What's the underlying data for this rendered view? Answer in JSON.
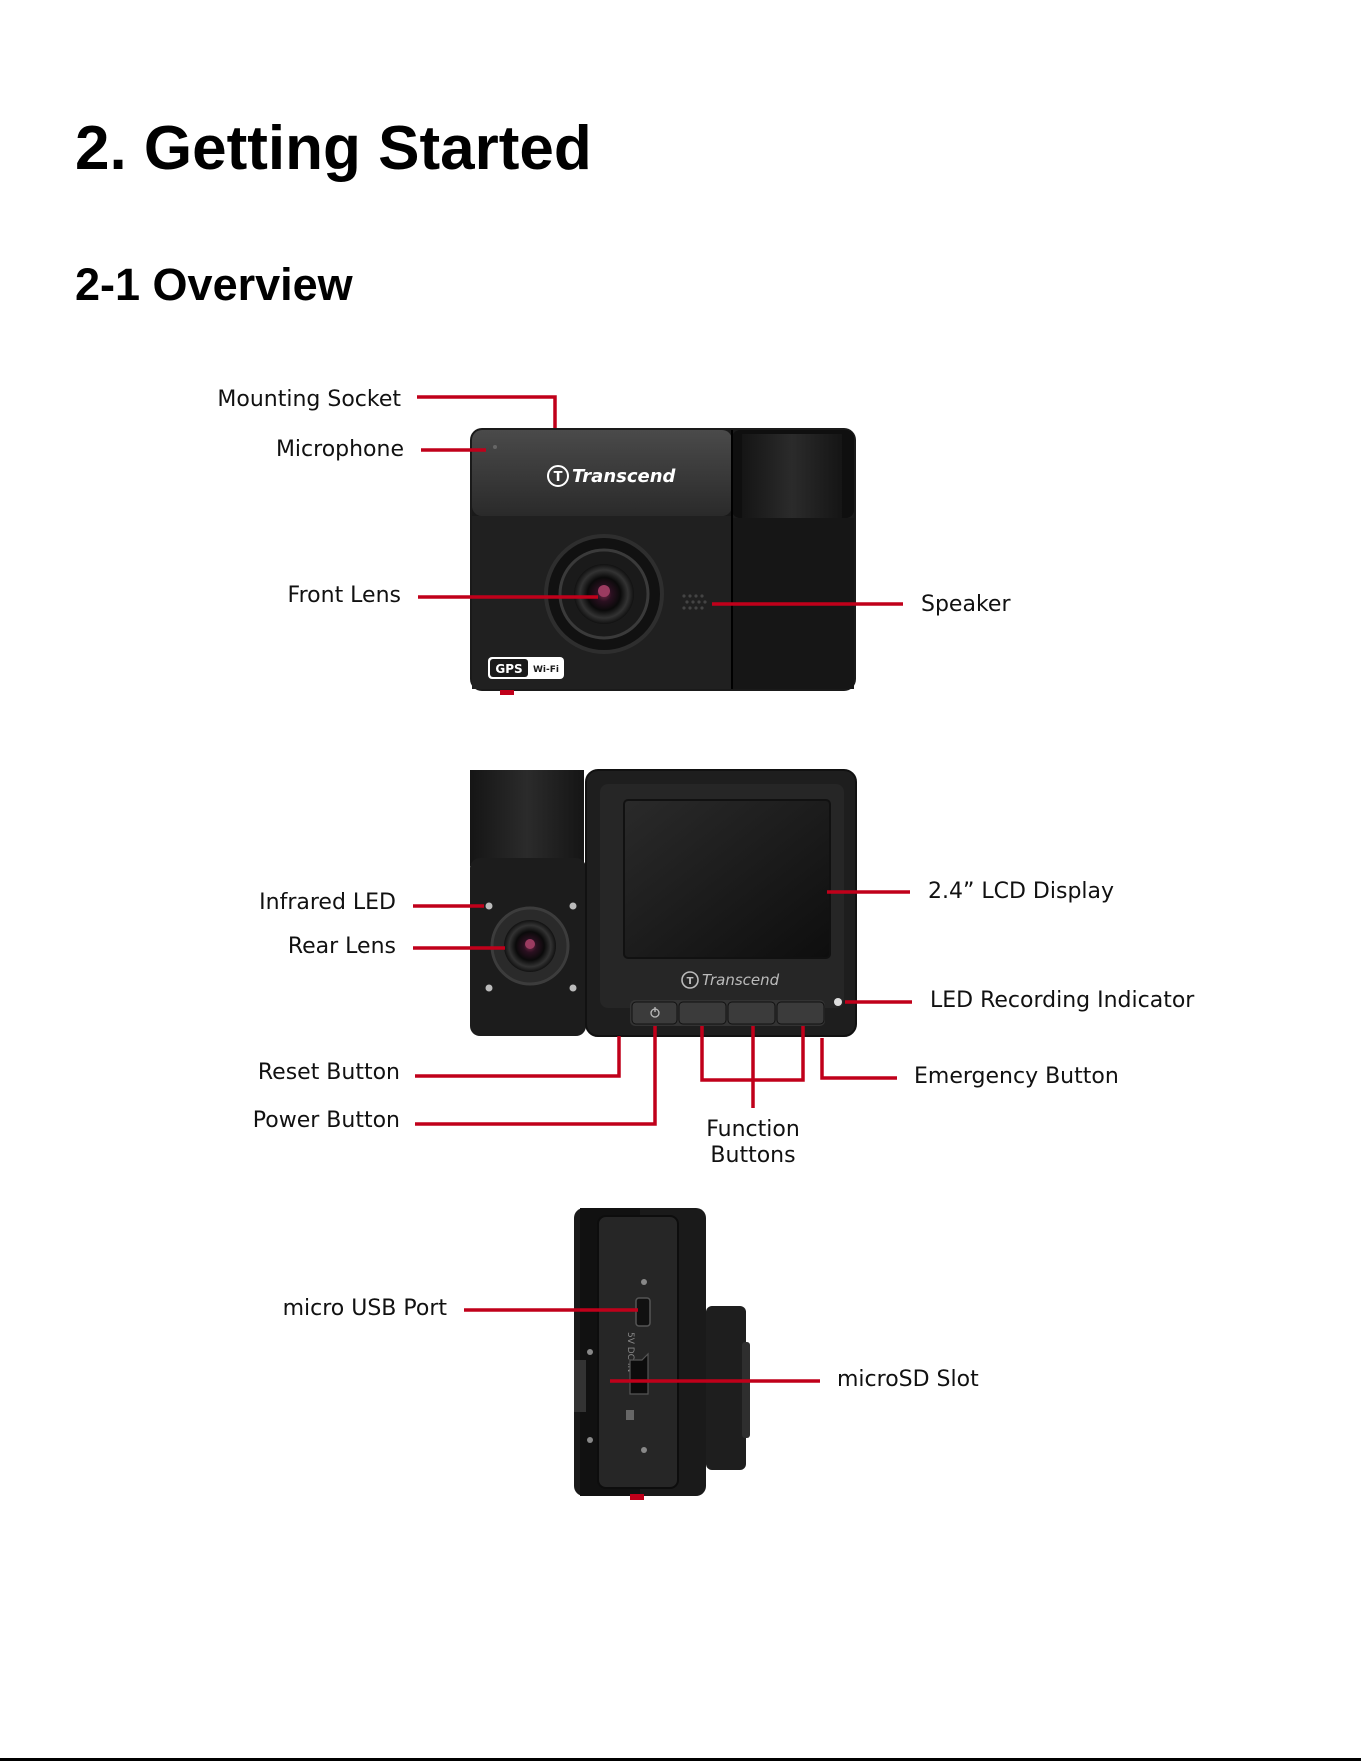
{
  "page": {
    "chapter_title": "2. Getting Started",
    "section_title": "2-1 Overview"
  },
  "product": {
    "brand_name": "Transcend",
    "front_badge_gps": "GPS",
    "front_badge_wifi": "Wi-Fi",
    "side_port_label": "5V DC IN"
  },
  "labels": {
    "mounting_socket": "Mounting  Socket",
    "microphone": "Microphone",
    "front_lens": "Front Lens",
    "speaker": "Speaker",
    "infrared_led": "Infrared  LED",
    "rear_lens": "Rear  Lens",
    "lcd_display": "2.4” LCD Display",
    "led_recording_indicator": "LED Recording Indicator",
    "reset_button": "Reset  Button",
    "power_button": "Power  Button",
    "function_buttons": "Function\nButtons",
    "emergency_button": "Emergency Button",
    "micro_usb_port": "micro  USB  Port",
    "microsd_slot": "microSD Slot"
  },
  "colors": {
    "callout_line": "#c0001a",
    "device_body": "#1c1c1c",
    "device_top": "#3a3a3a"
  }
}
